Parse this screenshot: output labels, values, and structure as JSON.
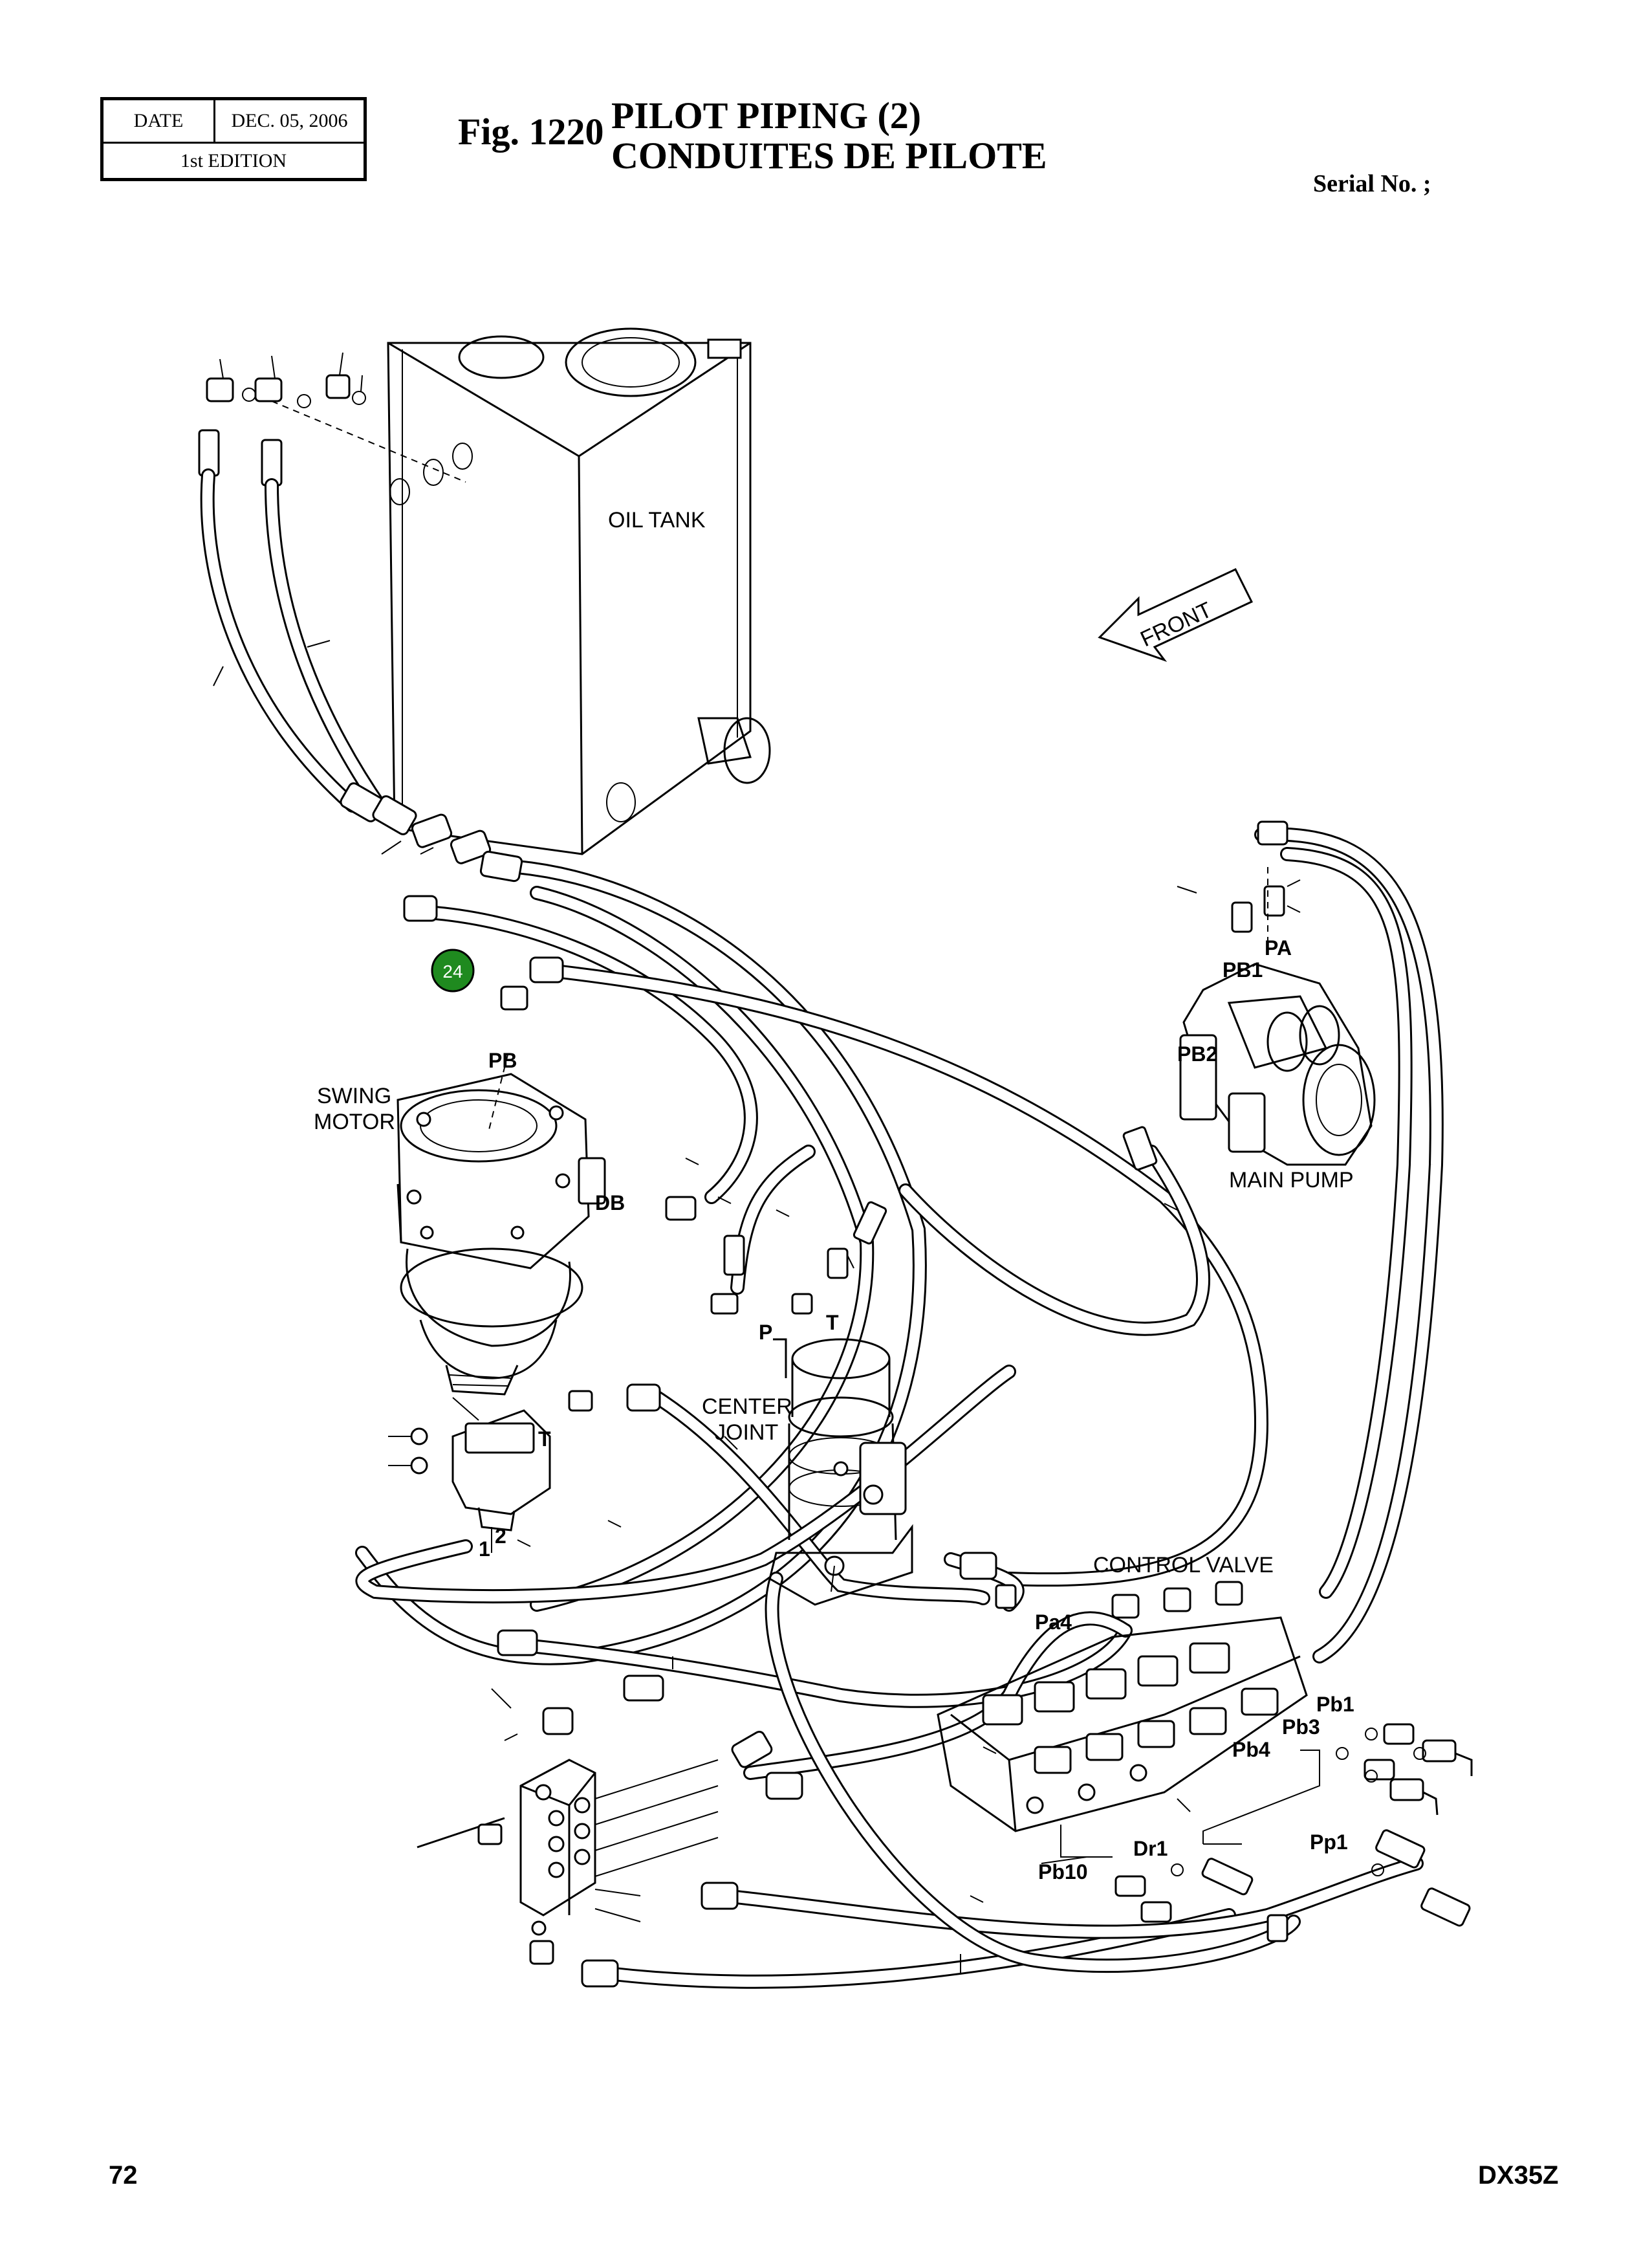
{
  "header": {
    "date_label": "DATE",
    "date_value": "DEC. 05, 2006",
    "edition": "1st EDITION",
    "fig_number": "Fig. 1220",
    "title_line1": "PILOT  PIPING  (2)",
    "title_line2": "CONDUITES  DE  PILOTE",
    "serial": "Serial No. ;"
  },
  "components": {
    "oil_tank": "OIL TANK",
    "front": "FRONT",
    "swing_motor_1": "SWING",
    "swing_motor_2": "MOTOR",
    "main_pump": "MAIN PUMP",
    "center_joint_1": "CENTER",
    "center_joint_2": "JOINT",
    "control_valve": "CONTROL VALVE"
  },
  "ports": {
    "pa": "PA",
    "pb1_pump": "PB1",
    "pb2": "PB2",
    "pb": "PB",
    "db": "DB",
    "p": "P",
    "t_joint": "T",
    "t_block": "T",
    "one": "1",
    "two": "2",
    "pa4": "Pa4",
    "pb1_cv": "Pb1",
    "pb3": "Pb3",
    "pb4": "Pb4",
    "pp1": "Pp1",
    "dr1": "Dr1",
    "pb10": "Pb10"
  },
  "callout": {
    "number": "24",
    "color": "#1f8a1f"
  },
  "footer": {
    "page": "72",
    "model": "DX35Z"
  }
}
